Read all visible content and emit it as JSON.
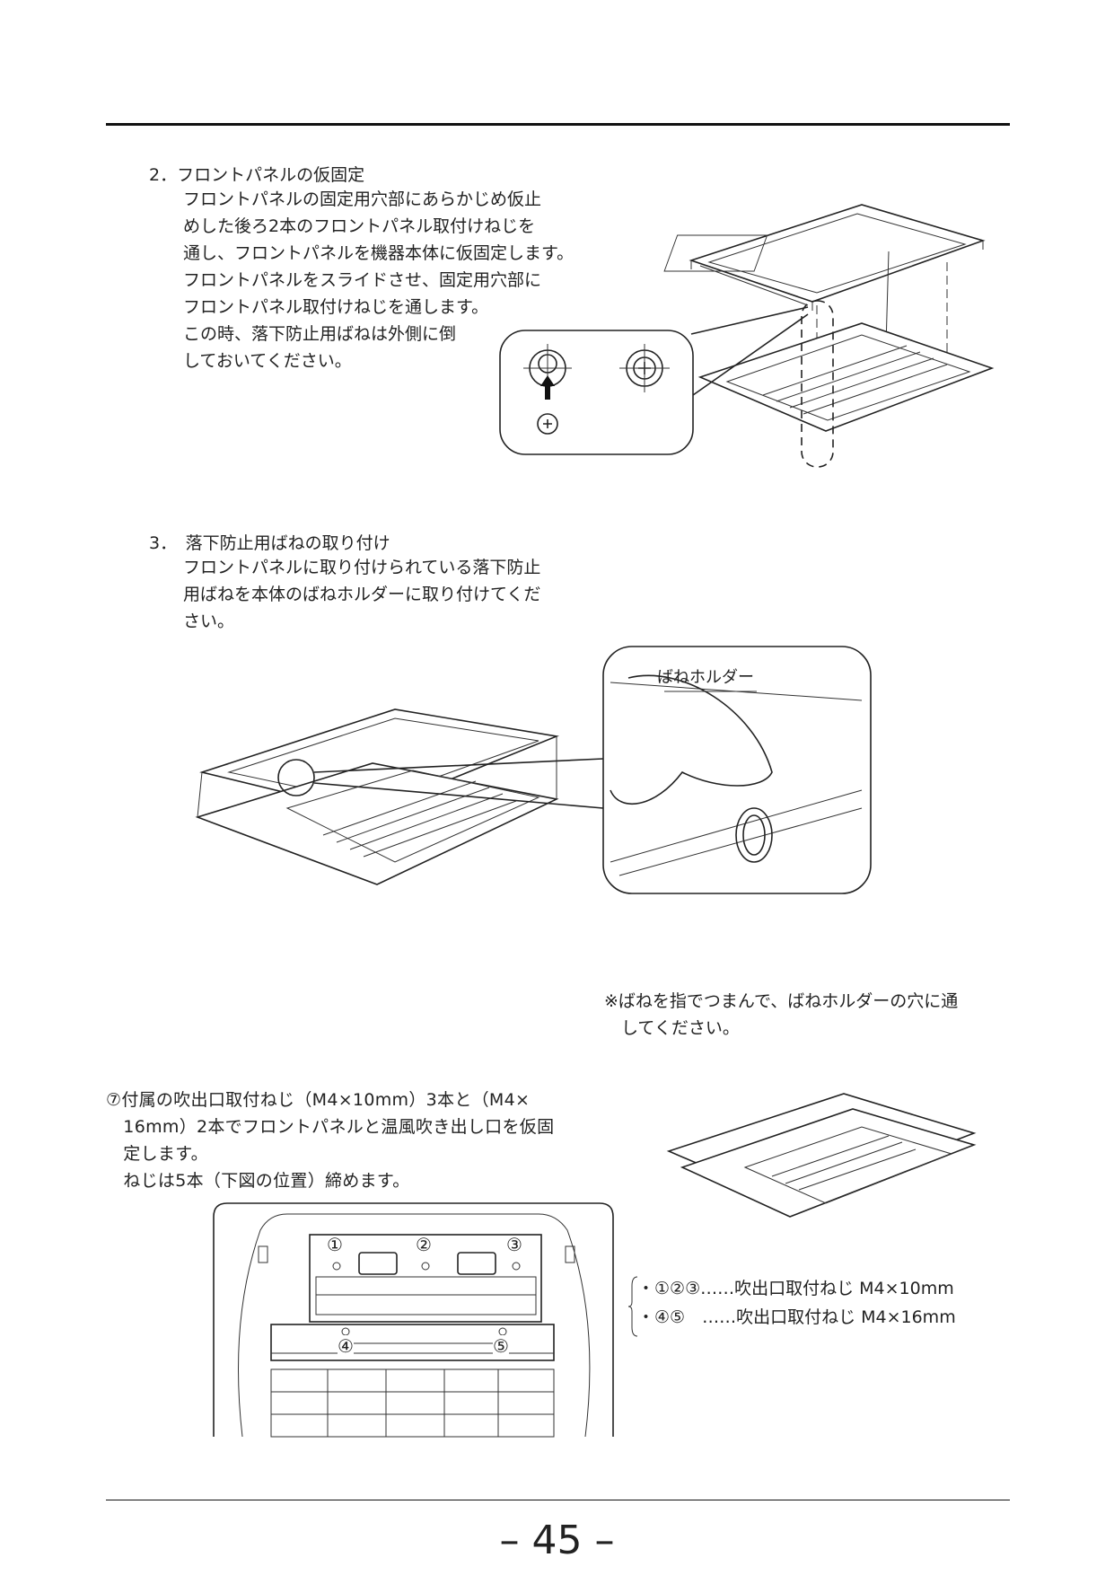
{
  "section2": {
    "heading": "2．フロントパネルの仮固定",
    "body": "フロントパネルの固定用穴部にあらかじめ仮止\nめした後ろ2本のフロントパネル取付けねじを\n通し、フロントパネルを機器本体に仮固定します。\nフロントパネルをスライドさせ、固定用穴部に\nフロントパネル取付けねじを通します。\nこの時、落下防止用ばねは外側に倒\nしておいてください。"
  },
  "section3": {
    "heading": "3．　落下防止用ばねの取り付け",
    "body": "フロントパネルに取り付けられている落下防止\n用ばねを本体のばねホルダーに取り付けてくだ\nさい。",
    "callout_label": "ばねホルダー",
    "note": "※ばねを指でつまんで、ばねホルダーの穴に通\n　してください。"
  },
  "step7": {
    "body": "⑦付属の吹出口取付ねじ（M4×10mm）3本と（M4×\n　16mm）2本でフロントパネルと温風吹き出し口を仮固\n　定します。\n　ねじは5本（下図の位置）締めます。",
    "screw_labels": [
      "①",
      "②",
      "③",
      "④",
      "⑤"
    ],
    "legend": [
      "・①②③……吹出口取付ねじ M4×10mm",
      "・④⑤　……吹出口取付ねじ M4×16mm"
    ]
  },
  "footer": {
    "page_number": "– 45 –"
  }
}
